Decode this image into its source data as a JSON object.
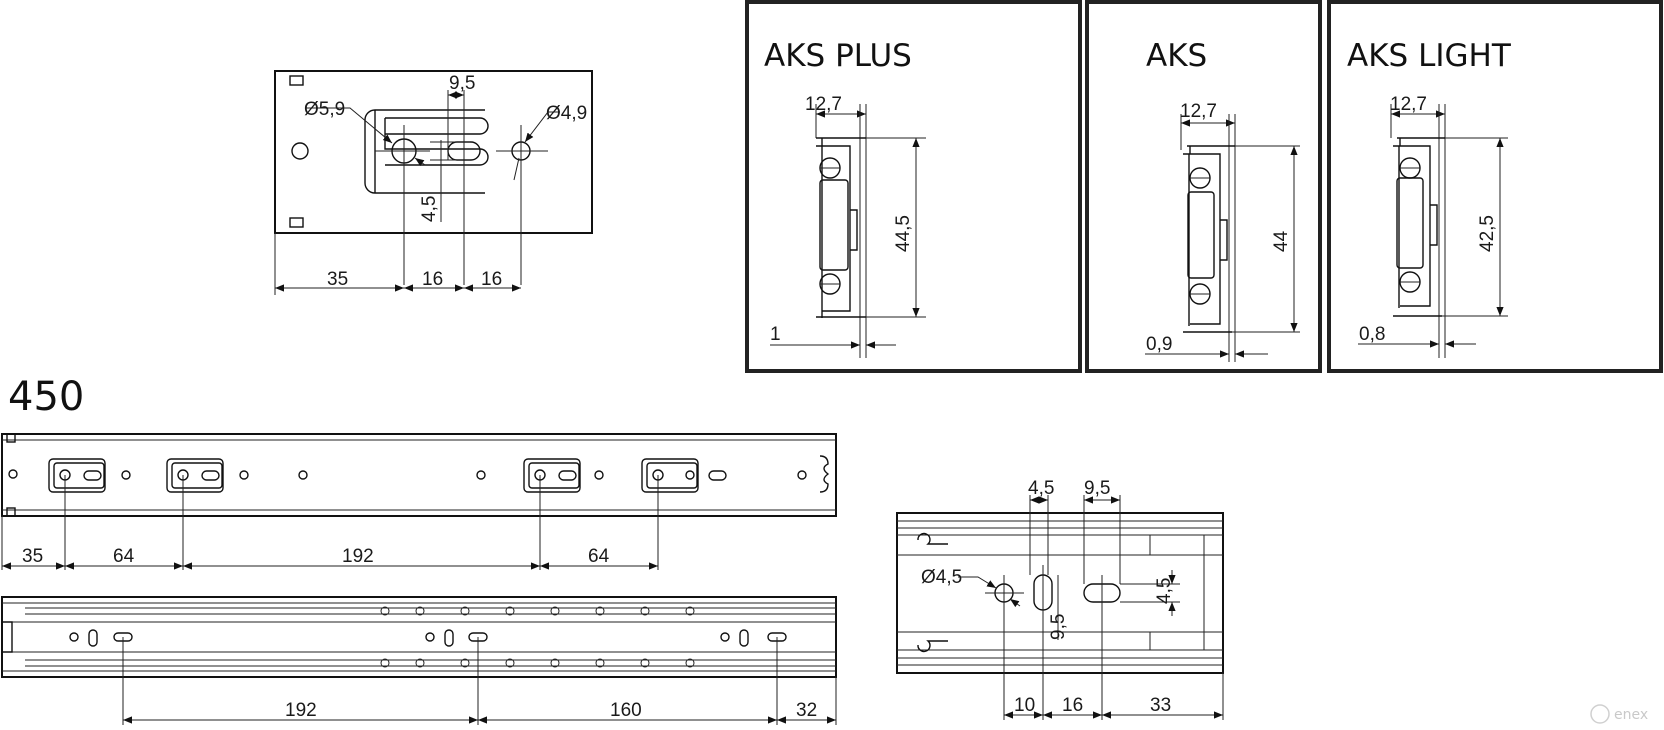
{
  "length_label": "450",
  "profiles": [
    {
      "name": "AKS PLUS",
      "width": "12,7",
      "height": "44,5",
      "gap": "1"
    },
    {
      "name": "AKS",
      "width": "12,7",
      "height": "44",
      "gap": "0,9"
    },
    {
      "name": "AKS LIGHT",
      "width": "12,7",
      "height": "42,5",
      "gap": "0,8"
    }
  ],
  "front_bracket": {
    "hole_large": "Ø5,9",
    "hole_small": "Ø4,9",
    "slot_width": "9,5",
    "slot_height": "4,5",
    "offsets": [
      "35",
      "16",
      "16"
    ]
  },
  "rail_top": {
    "spacings": [
      "35",
      "64",
      "192",
      "64"
    ]
  },
  "rail_bottom": {
    "spacings": [
      "192",
      "160",
      "32"
    ]
  },
  "rear_detail": {
    "hole": "Ø4,5",
    "slot_a": "4,5",
    "slot_b": "9,5",
    "slot_h": "4,5",
    "slot_w": "9,5",
    "offsets": [
      "10",
      "16",
      "33"
    ]
  },
  "watermark": "enex"
}
